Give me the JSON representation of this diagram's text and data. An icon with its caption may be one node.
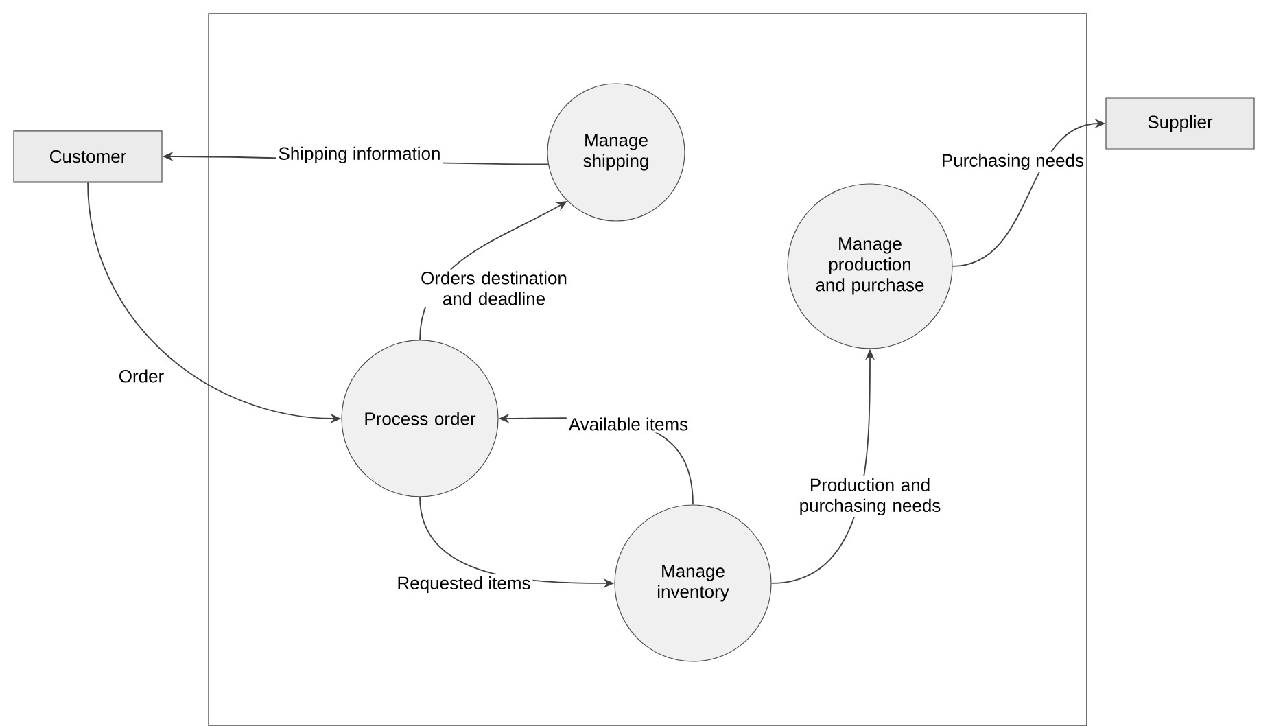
{
  "diagram": {
    "nodes": [
      {
        "text": [],
        "shape": "box"
      },
      {
        "text": [
          "Customer"
        ]
      },
      {
        "text": [
          "Manage shipping"
        ],
        "in": 0
      },
      {
        "text": [
          "Supplier"
        ]
      },
      {
        "text": [
          "Manage production and purchase"
        ],
        "in": 0
      },
      {
        "text": [
          "Process order"
        ],
        "in": 0
      },
      {
        "text": [
          "Manage inventory"
        ],
        "in": 0
      }
    ],
    "edges": [
      {
        "from": 2,
        "to": 1,
        "arrow": "to",
        "label": "Shipping information"
      },
      {
        "from": 5,
        "to": 2,
        "arrow": "to",
        "label": "Orders destination and deadline"
      },
      {
        "from": 1,
        "to": 5,
        "arrow": "to",
        "label": "Order"
      },
      {
        "from": 6,
        "to": 5,
        "arrow": "to",
        "label": "Available items"
      },
      {
        "from": 5,
        "to": 6,
        "arrow": "to",
        "label": "Requested items"
      },
      {
        "from": 6,
        "to": 4,
        "arrow": "to",
        "label": "Production and purchasing needs"
      },
      {
        "from": 4,
        "to": 3,
        "arrow": "to",
        "label": "Purchasing needs"
      }
    ]
  }
}
